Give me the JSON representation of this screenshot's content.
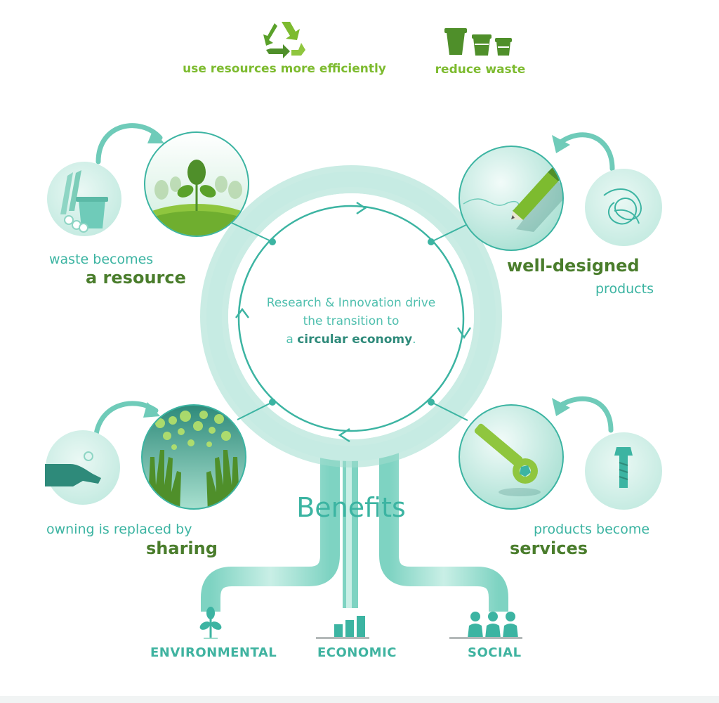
{
  "top": {
    "resources_label": "use resources more efficiently",
    "waste_label": "reduce waste"
  },
  "center": {
    "line1": "Research & Innovation drive",
    "line2": "the transition to",
    "line3_prefix": "a ",
    "line3_bold": "circular economy",
    "line3_suffix": "."
  },
  "pillars": {
    "resource": {
      "small": "waste becomes",
      "big": "a resource"
    },
    "designed": {
      "big": "well-designed",
      "small": "products"
    },
    "sharing": {
      "small": "owning is replaced by",
      "big": "sharing"
    },
    "services": {
      "small": "products become",
      "big": "services"
    }
  },
  "benefits": {
    "title": "Benefits",
    "environmental": "ENVIRONMENTAL",
    "economic": "ECONOMIC",
    "social": "SOCIAL"
  },
  "colors": {
    "teal": "#3cb4a2",
    "light_teal": "#c6ebe3",
    "lime": "#7dbb2f",
    "dark_green": "#4a7d2c"
  }
}
